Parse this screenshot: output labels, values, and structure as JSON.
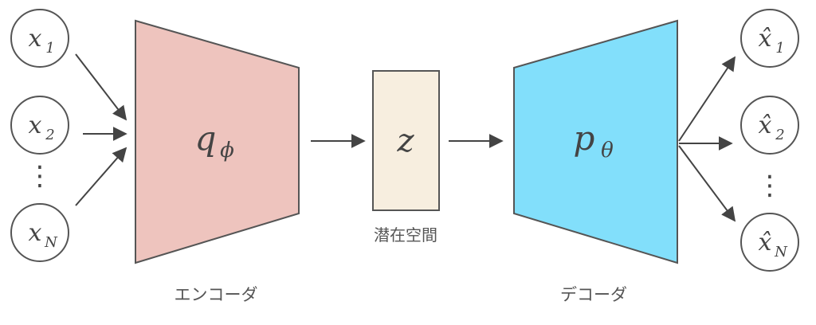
{
  "inputs": [
    {
      "var": "x",
      "sub": "1"
    },
    {
      "var": "x",
      "sub": "2"
    },
    {
      "var": "x",
      "sub": "N"
    }
  ],
  "outputs": [
    {
      "var": "x̂",
      "sub": "1"
    },
    {
      "var": "x̂",
      "sub": "2"
    },
    {
      "var": "x̂",
      "sub": "N"
    }
  ],
  "ellipsis": "⋮",
  "encoder": {
    "symbol": "q",
    "sub": "ϕ",
    "label": "エンコーダ",
    "fill": "#EEC4BE"
  },
  "latent": {
    "symbol": "z",
    "label": "潜在空間",
    "fill": "#F7EEDF"
  },
  "decoder": {
    "symbol": "p",
    "sub": "θ",
    "label": "デコーダ",
    "fill": "#82DFFB"
  },
  "colors": {
    "stroke": "#444444",
    "arrow": "#444444"
  }
}
